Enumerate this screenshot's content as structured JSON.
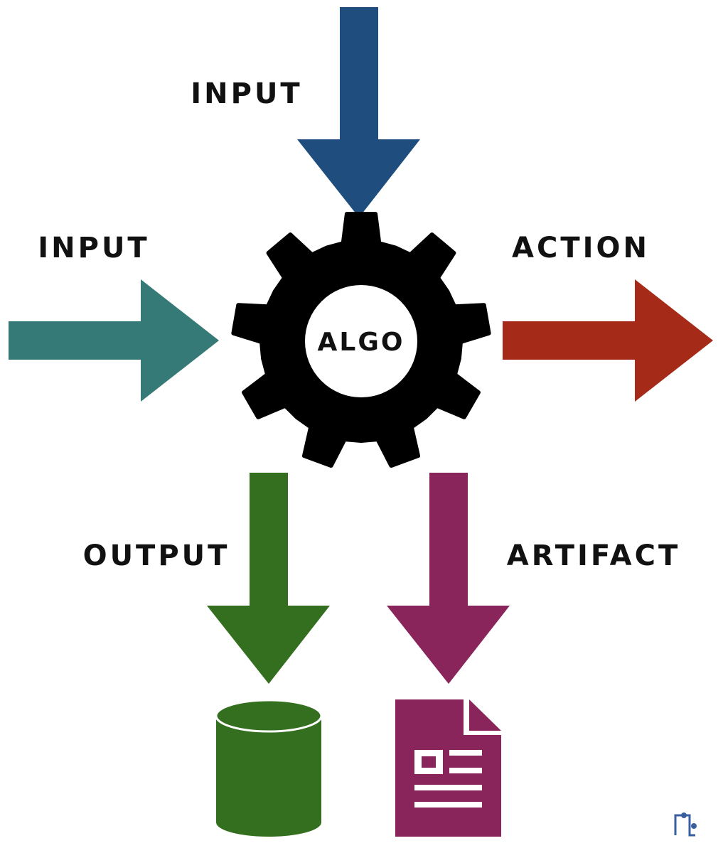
{
  "center": {
    "label": "ALGO"
  },
  "flows": {
    "input_top": {
      "label": "INPUT"
    },
    "input_left": {
      "label": "INPUT"
    },
    "action": {
      "label": "ACTION"
    },
    "output": {
      "label": "OUTPUT"
    },
    "artifact": {
      "label": "ARTIFACT"
    }
  },
  "colors": {
    "input_top": "#1f4e7e",
    "input_left": "#357a76",
    "action": "#a62a18",
    "output": "#336f1f",
    "artifact": "#8a255c",
    "gear": "#000000",
    "logo": "#3a5f9e"
  },
  "icons": {
    "gear": "gear-icon",
    "database": "database-icon",
    "document": "document-icon",
    "logo": "logo-icon"
  }
}
